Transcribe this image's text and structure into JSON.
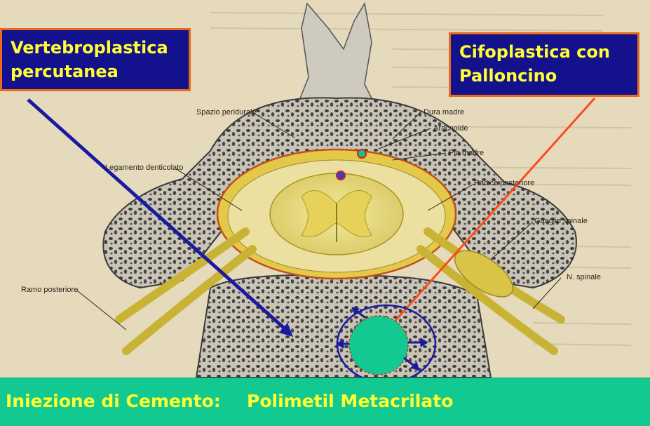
{
  "callouts": {
    "vertebroplasty": {
      "line1": "Vertebroplastica",
      "line2": "percutanea"
    },
    "kyphoplasty": {
      "line1": "Cifoplastica con",
      "line2": "Palloncino"
    }
  },
  "anatomy_labels": {
    "epidural_space": "Spazio peridurale",
    "dura_mater": "Dura madre",
    "arachnoid": "Aracnoide",
    "pia_mater": "Pia madre",
    "denticulate_ligament": "Legamento denticolato",
    "posterior_root": "Radice posteriore",
    "spinal_ganglion": "Ganglio spinale",
    "spinal_nerve": "N. spinale",
    "posterior_ramus": "Ramo posteriore"
  },
  "footer": {
    "label": "Iniezione di Cemento:",
    "value": "Polimetil Metacrilato"
  },
  "colors": {
    "callout_bg": "#13118c",
    "callout_border": "#e86a1e",
    "callout_text": "#ffff33",
    "footer_bg": "#12c991",
    "vertebroplasty_arrow": "#1a1aa0",
    "kyphoplasty_line": "#ff4a1a",
    "balloon": "#12c991"
  }
}
